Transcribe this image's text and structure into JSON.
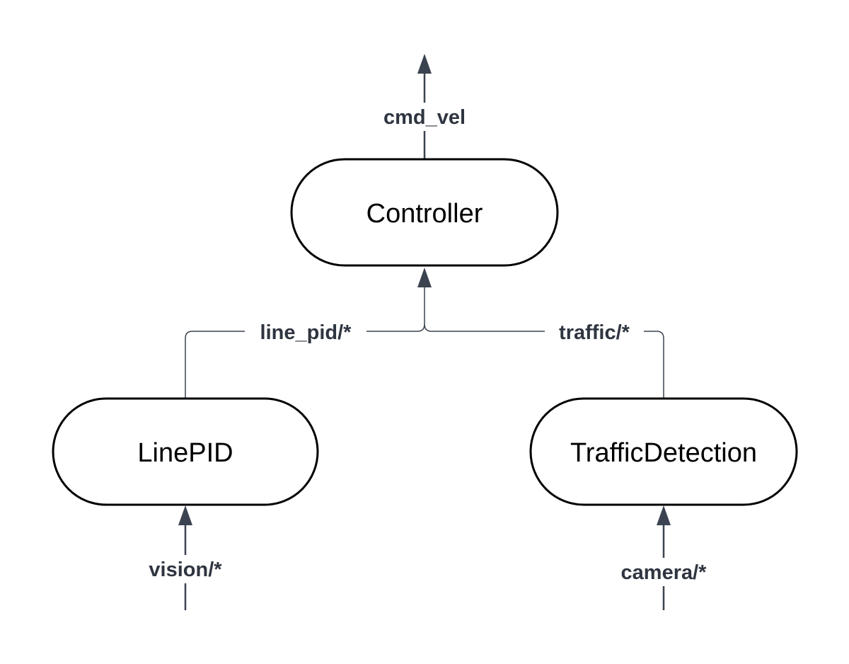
{
  "colors": {
    "node_stroke": "#000000",
    "node_fill": "#ffffff",
    "edge": "#3c4350",
    "edge_label": "#2f3540"
  },
  "nodes": {
    "controller": {
      "label": "Controller"
    },
    "line_pid": {
      "label": "LinePID"
    },
    "traffic_detection": {
      "label": "TrafficDetection"
    }
  },
  "edges": {
    "cmd_vel": {
      "label": "cmd_vel"
    },
    "line_pid_topic": {
      "label": "line_pid/*"
    },
    "traffic_topic": {
      "label": "traffic/*"
    },
    "vision": {
      "label": "vision/*"
    },
    "camera": {
      "label": "camera/*"
    }
  }
}
